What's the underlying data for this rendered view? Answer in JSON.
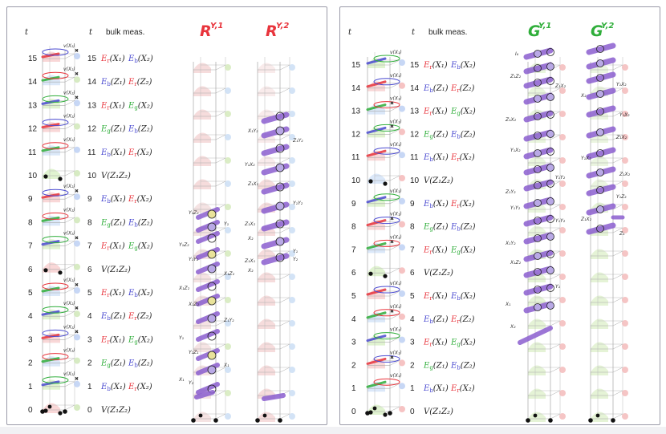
{
  "left_panel": {
    "t_label": "t",
    "t_label_2": "t",
    "bulk_label": "bulk meas.",
    "column_titles": [
      {
        "main": "R",
        "sup": "Y,1",
        "color": "#e8343c"
      },
      {
        "main": "R",
        "sup": "Y,2",
        "color": "#e8343c"
      }
    ],
    "rows": [
      {
        "t": "15",
        "meas": [
          {
            "op": "E",
            "sub": "r",
            "arg": "(X₁)",
            "color": "#e8343c"
          },
          {
            "op": "E",
            "sub": "b",
            "arg": "(X₂)",
            "color": "#4a4ad0"
          }
        ]
      },
      {
        "t": "14",
        "meas": [
          {
            "op": "E",
            "sub": "b",
            "arg": "(Z₁)",
            "color": "#4a4ad0"
          },
          {
            "op": "E",
            "sub": "r",
            "arg": "(Z₂)",
            "color": "#e8343c"
          }
        ]
      },
      {
        "t": "13",
        "meas": [
          {
            "op": "E",
            "sub": "r",
            "arg": "(X₁)",
            "color": "#e8343c"
          },
          {
            "op": "E",
            "sub": "g",
            "arg": "(X₂)",
            "color": "#2fae3a"
          }
        ]
      },
      {
        "t": "12",
        "meas": [
          {
            "op": "E",
            "sub": "g",
            "arg": "(Z₁)",
            "color": "#2fae3a"
          },
          {
            "op": "E",
            "sub": "b",
            "arg": "(Z₂)",
            "color": "#4a4ad0"
          }
        ]
      },
      {
        "t": "11",
        "meas": [
          {
            "op": "E",
            "sub": "b",
            "arg": "(X₁)",
            "color": "#4a4ad0"
          },
          {
            "op": "E",
            "sub": "r",
            "arg": "(X₂)",
            "color": "#e8343c"
          }
        ]
      },
      {
        "t": "10",
        "meas": [
          {
            "op": "V",
            "sub": "",
            "arg": "(Z₁Z₂)",
            "color": "#222222"
          }
        ]
      },
      {
        "t": "9",
        "meas": [
          {
            "op": "E",
            "sub": "b",
            "arg": "(X₁)",
            "color": "#4a4ad0"
          },
          {
            "op": "E",
            "sub": "r",
            "arg": "(X₂)",
            "color": "#e8343c"
          }
        ]
      },
      {
        "t": "8",
        "meas": [
          {
            "op": "E",
            "sub": "g",
            "arg": "(Z₁)",
            "color": "#2fae3a"
          },
          {
            "op": "E",
            "sub": "b",
            "arg": "(Z₂)",
            "color": "#4a4ad0"
          }
        ]
      },
      {
        "t": "7",
        "meas": [
          {
            "op": "E",
            "sub": "r",
            "arg": "(X₁)",
            "color": "#e8343c"
          },
          {
            "op": "E",
            "sub": "g",
            "arg": "(X₂)",
            "color": "#2fae3a"
          }
        ]
      },
      {
        "t": "6",
        "meas": [
          {
            "op": "V",
            "sub": "",
            "arg": "(Z₁Z₂)",
            "color": "#222222"
          }
        ]
      },
      {
        "t": "5",
        "meas": [
          {
            "op": "E",
            "sub": "r",
            "arg": "(X₁)",
            "color": "#e8343c"
          },
          {
            "op": "E",
            "sub": "b",
            "arg": "(X₂)",
            "color": "#4a4ad0"
          }
        ]
      },
      {
        "t": "4",
        "meas": [
          {
            "op": "E",
            "sub": "b",
            "arg": "(Z₁)",
            "color": "#4a4ad0"
          },
          {
            "op": "E",
            "sub": "r",
            "arg": "(Z₂)",
            "color": "#e8343c"
          }
        ]
      },
      {
        "t": "3",
        "meas": [
          {
            "op": "E",
            "sub": "r",
            "arg": "(X₁)",
            "color": "#e8343c"
          },
          {
            "op": "E",
            "sub": "g",
            "arg": "(X₂)",
            "color": "#2fae3a"
          }
        ]
      },
      {
        "t": "2",
        "meas": [
          {
            "op": "E",
            "sub": "g",
            "arg": "(Z₁)",
            "color": "#2fae3a"
          },
          {
            "op": "E",
            "sub": "b",
            "arg": "(Z₂)",
            "color": "#4a4ad0"
          }
        ]
      },
      {
        "t": "1",
        "meas": [
          {
            "op": "E",
            "sub": "b",
            "arg": "(X₁)",
            "color": "#4a4ad0"
          },
          {
            "op": "E",
            "sub": "r",
            "arg": "(X₂)",
            "color": "#e8343c"
          }
        ]
      },
      {
        "t": "0",
        "meas": [
          {
            "op": "V",
            "sub": "",
            "arg": "(Z₁Z₂)",
            "color": "#222222"
          }
        ]
      }
    ],
    "r1_annotations": [
      "Y₁Z₂",
      "Y₁",
      "Y₁Z₂",
      "Y₁Y₂",
      "X₁Z₂",
      "X₁Z₂",
      "X₁Z₂",
      "Z₁Y₂",
      "Y₁",
      "Y₂Z₁",
      "X₁",
      "X₁",
      "Y₂"
    ],
    "r2_annotations": [
      "X₁Y₂",
      "Z₁Y₂",
      "Y₁X₂",
      "Z₁X₂",
      "Y₁Y₂",
      "Z₁X₂",
      "X₂",
      "Y₁",
      "Z₁X₁",
      "X₂",
      "Y₂"
    ]
  },
  "right_panel": {
    "t_label": "t",
    "t_label_2": "t",
    "bulk_label": "bulk meas.",
    "column_titles": [
      {
        "main": "G",
        "sup": "Y,1",
        "color": "#2fae3a"
      },
      {
        "main": "G",
        "sup": "Y,2",
        "color": "#2fae3a"
      }
    ],
    "g1_corner_label": "I₆",
    "rows": [
      {
        "t": "15",
        "meas": [
          {
            "op": "E",
            "sub": "r",
            "arg": "(X₁)",
            "color": "#e8343c"
          },
          {
            "op": "E",
            "sub": "b",
            "arg": "(X₂)",
            "color": "#4a4ad0"
          }
        ]
      },
      {
        "t": "14",
        "meas": [
          {
            "op": "E",
            "sub": "b",
            "arg": "(Z₁)",
            "color": "#4a4ad0"
          },
          {
            "op": "E",
            "sub": "r",
            "arg": "(Z₂)",
            "color": "#e8343c"
          }
        ]
      },
      {
        "t": "13",
        "meas": [
          {
            "op": "E",
            "sub": "r",
            "arg": "(X₁)",
            "color": "#e8343c"
          },
          {
            "op": "E",
            "sub": "g",
            "arg": "(X₂)",
            "color": "#2fae3a"
          }
        ]
      },
      {
        "t": "12",
        "meas": [
          {
            "op": "E",
            "sub": "g",
            "arg": "(Z₁)",
            "color": "#2fae3a"
          },
          {
            "op": "E",
            "sub": "b",
            "arg": "(Z₂)",
            "color": "#4a4ad0"
          }
        ]
      },
      {
        "t": "11",
        "meas": [
          {
            "op": "E",
            "sub": "b",
            "arg": "(X₁)",
            "color": "#4a4ad0"
          },
          {
            "op": "E",
            "sub": "r",
            "arg": "(X₂)",
            "color": "#e8343c"
          }
        ]
      },
      {
        "t": "10",
        "meas": [
          {
            "op": "V",
            "sub": "",
            "arg": "(Z₁Z₂)",
            "color": "#222222"
          }
        ]
      },
      {
        "t": "9",
        "meas": [
          {
            "op": "E",
            "sub": "b",
            "arg": "(X₁)",
            "color": "#4a4ad0"
          },
          {
            "op": "E",
            "sub": "r",
            "arg": "(X₂)",
            "color": "#e8343c"
          }
        ]
      },
      {
        "t": "8",
        "meas": [
          {
            "op": "E",
            "sub": "g",
            "arg": "(Z₁)",
            "color": "#2fae3a"
          },
          {
            "op": "E",
            "sub": "b",
            "arg": "(Z₂)",
            "color": "#4a4ad0"
          }
        ]
      },
      {
        "t": "7",
        "meas": [
          {
            "op": "E",
            "sub": "r",
            "arg": "(X₁)",
            "color": "#e8343c"
          },
          {
            "op": "E",
            "sub": "g",
            "arg": "(X₂)",
            "color": "#2fae3a"
          }
        ]
      },
      {
        "t": "6",
        "meas": [
          {
            "op": "V",
            "sub": "",
            "arg": "(Z₁Z₂)",
            "color": "#222222"
          }
        ]
      },
      {
        "t": "5",
        "meas": [
          {
            "op": "E",
            "sub": "r",
            "arg": "(X₁)",
            "color": "#e8343c"
          },
          {
            "op": "E",
            "sub": "b",
            "arg": "(X₂)",
            "color": "#4a4ad0"
          }
        ]
      },
      {
        "t": "4",
        "meas": [
          {
            "op": "E",
            "sub": "b",
            "arg": "(Z₁)",
            "color": "#4a4ad0"
          },
          {
            "op": "E",
            "sub": "r",
            "arg": "(Z₂)",
            "color": "#e8343c"
          }
        ]
      },
      {
        "t": "3",
        "meas": [
          {
            "op": "E",
            "sub": "r",
            "arg": "(X₁)",
            "color": "#e8343c"
          },
          {
            "op": "E",
            "sub": "g",
            "arg": "(X₂)",
            "color": "#2fae3a"
          }
        ]
      },
      {
        "t": "2",
        "meas": [
          {
            "op": "E",
            "sub": "g",
            "arg": "(Z₁)",
            "color": "#2fae3a"
          },
          {
            "op": "E",
            "sub": "b",
            "arg": "(Z₂)",
            "color": "#4a4ad0"
          }
        ]
      },
      {
        "t": "1",
        "meas": [
          {
            "op": "E",
            "sub": "b",
            "arg": "(X₁)",
            "color": "#4a4ad0"
          },
          {
            "op": "E",
            "sub": "r",
            "arg": "(X₂)",
            "color": "#e8343c"
          }
        ]
      },
      {
        "t": "0",
        "meas": [
          {
            "op": "V",
            "sub": "",
            "arg": "(Z₁Z₂)",
            "color": "#222222"
          }
        ]
      }
    ],
    "g1_annotations": [
      "Z₁Z₂",
      "Z₁X₂",
      "Z₁X₂",
      "Y₁X₂",
      "Y₁Y₂",
      "Z₁Y₂",
      "Y₁Y₂",
      "Y₁Y₂",
      "X₁Y₂",
      "X₁Z₂",
      "Y₁",
      "X₁",
      "X₂"
    ],
    "g2_annotations": [
      "Y₁X₂",
      "X₂",
      "Y₁X₂",
      "Z₁X₂",
      "Y₁X₂",
      "Z₁X₂",
      "Y₁Z₂",
      "Z₁X₂",
      "Z₁"
    ]
  },
  "colors": {
    "red": "#e8343c",
    "blue": "#4a4ad0",
    "green": "#2fae3a",
    "purple": "#8b5fd0",
    "light_red": "#f7c9c9",
    "light_green": "#d6efc0",
    "light_blue": "#cfe0f7"
  }
}
